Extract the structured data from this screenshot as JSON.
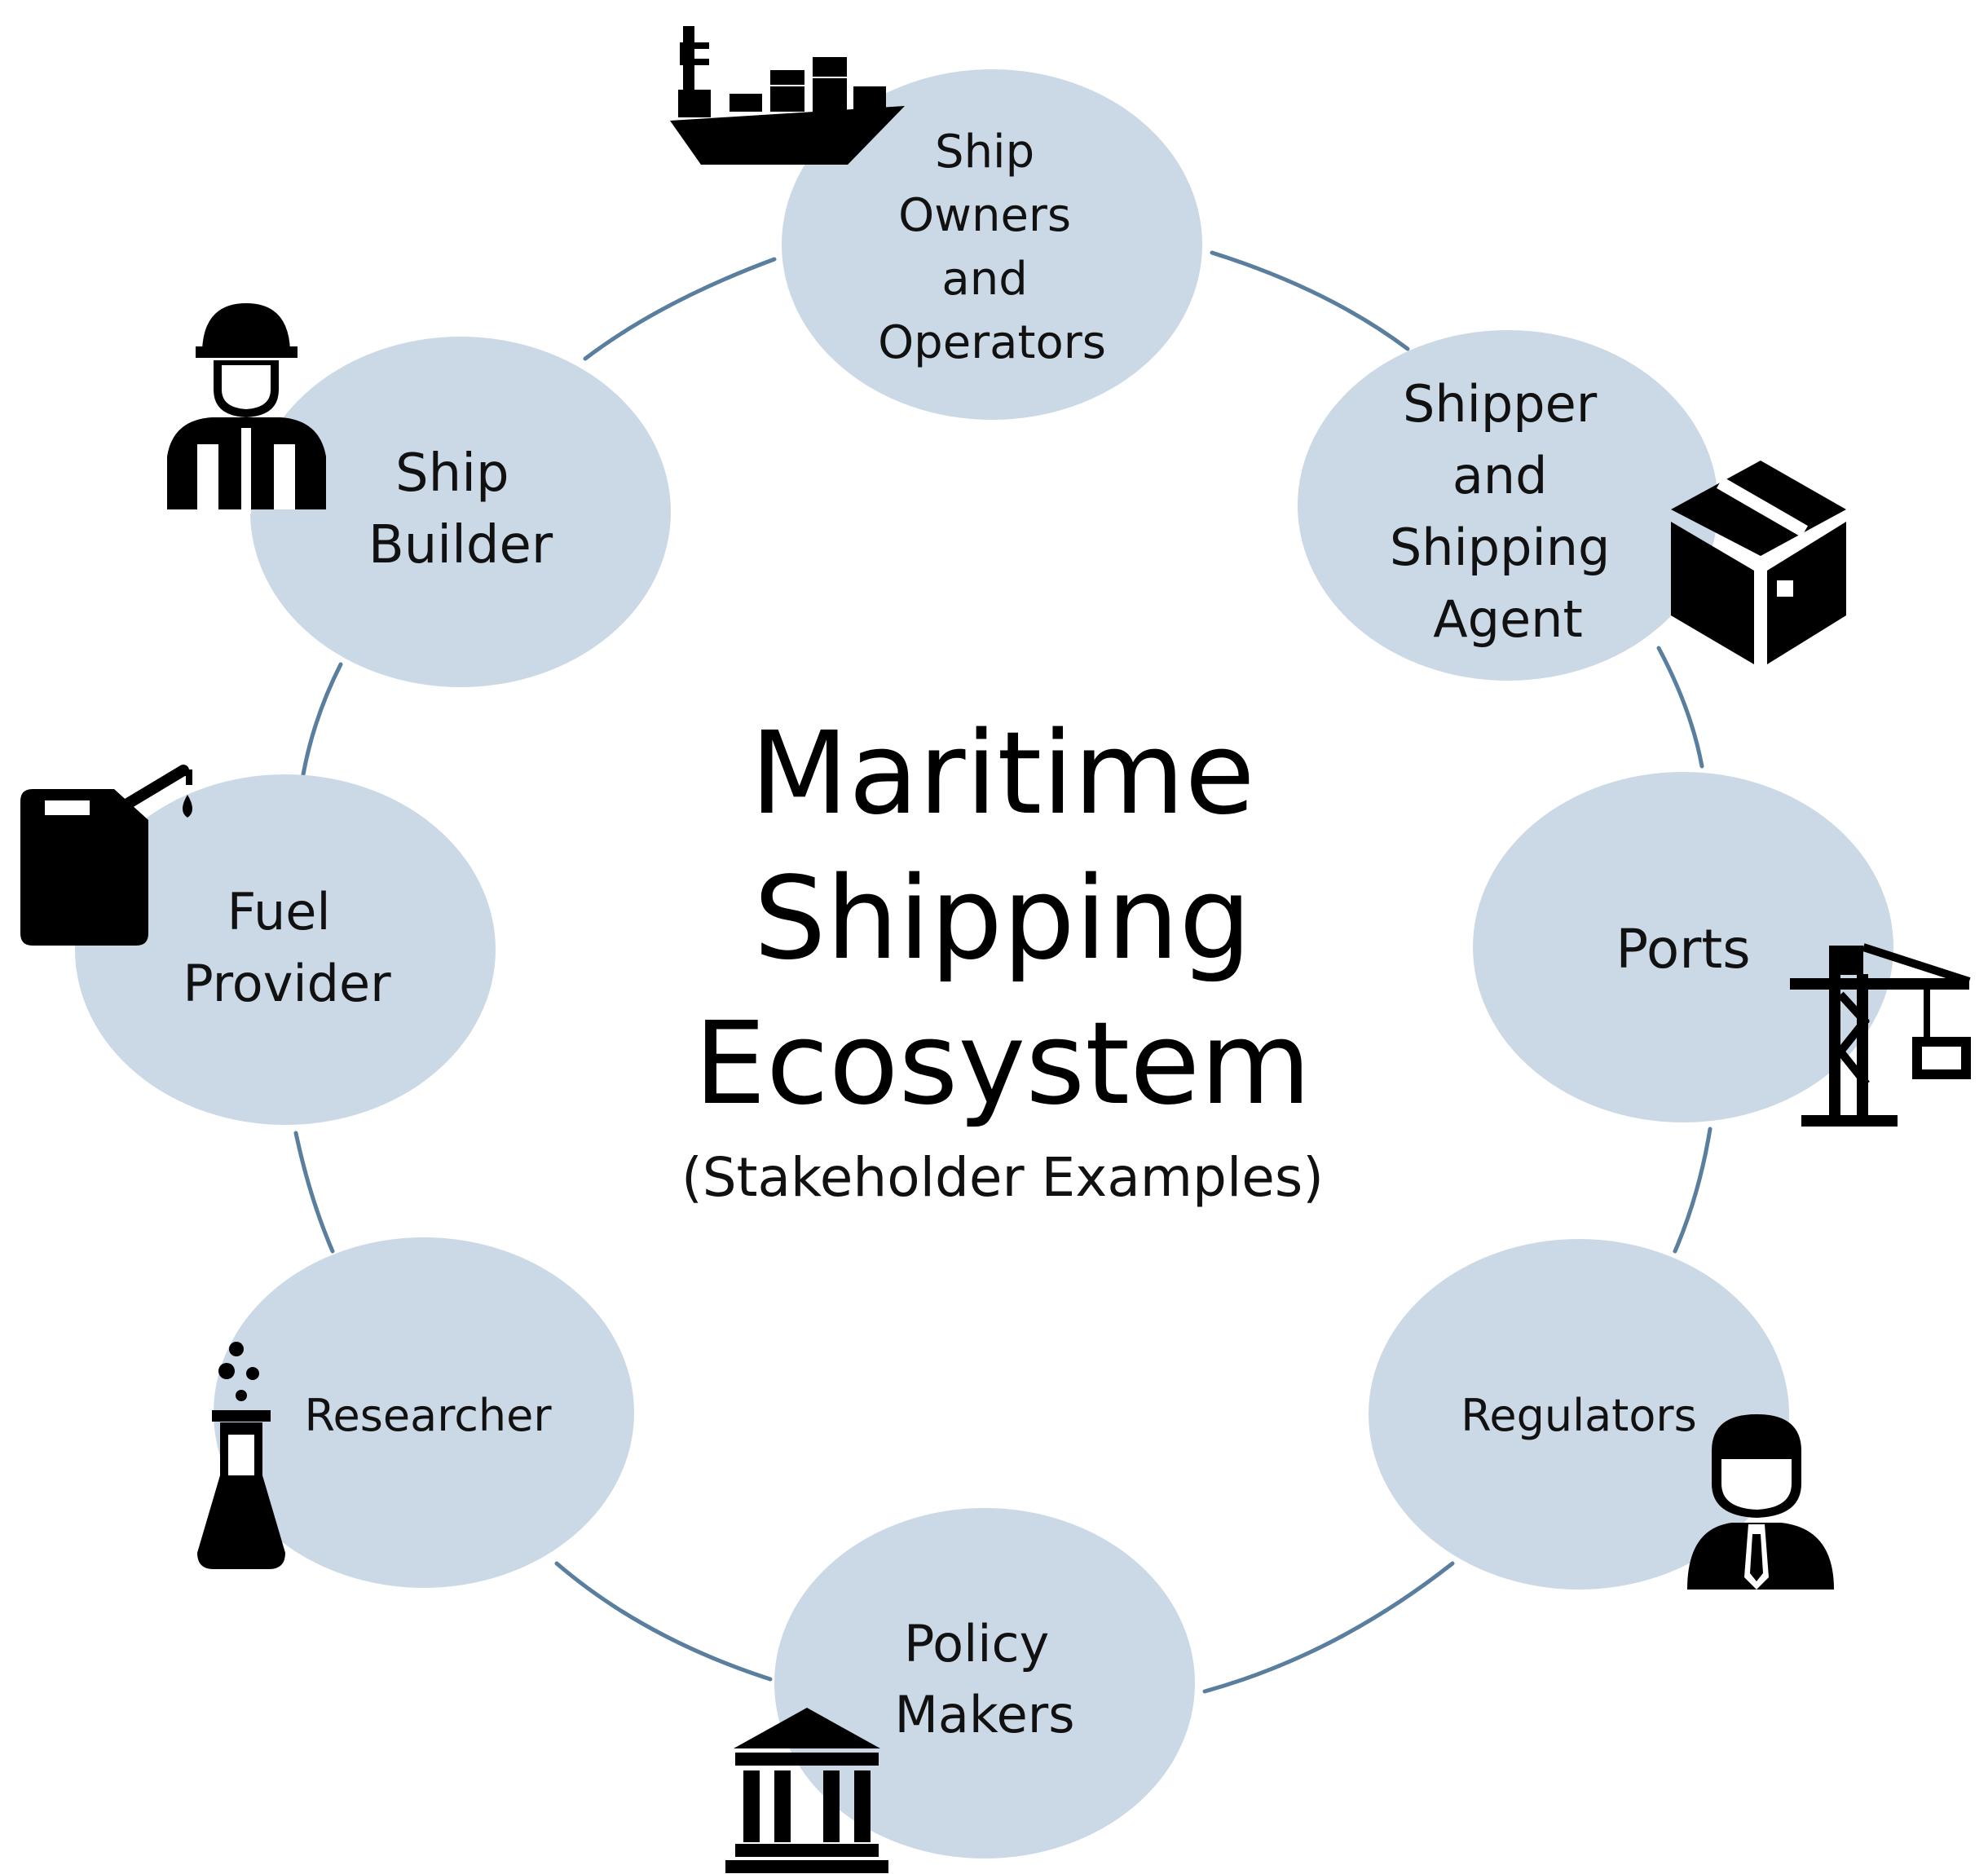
{
  "title": {
    "lines": [
      "Maritime",
      "Shipping",
      "Ecosystem"
    ],
    "subtitle": "(Stakeholder Examples)"
  },
  "colors": {
    "node_fill": "#cbd9e6",
    "connector": "#5a7f9e",
    "icon": "#000000"
  },
  "stakeholders": [
    {
      "id": "ship-owners",
      "lines": [
        "Ship",
        "Owners",
        "and",
        "Operators"
      ],
      "icon": "cargo-ship-icon"
    },
    {
      "id": "shipper",
      "lines": [
        "Shipper",
        "and",
        "Shipping",
        "Agent"
      ],
      "icon": "cardboard-box-icon"
    },
    {
      "id": "ports",
      "lines": [
        "Ports"
      ],
      "icon": "port-crane-icon"
    },
    {
      "id": "regulators",
      "lines": [
        "Regulators"
      ],
      "icon": "businessman-icon"
    },
    {
      "id": "policy-makers",
      "lines": [
        "Policy",
        "Makers"
      ],
      "icon": "government-building-icon"
    },
    {
      "id": "researcher",
      "lines": [
        "Researcher"
      ],
      "icon": "lab-flask-icon"
    },
    {
      "id": "fuel-provider",
      "lines": [
        "Fuel",
        "Provider"
      ],
      "icon": "fuel-can-icon"
    },
    {
      "id": "ship-builder",
      "lines": [
        "Ship",
        "Builder"
      ],
      "icon": "construction-worker-icon"
    }
  ]
}
